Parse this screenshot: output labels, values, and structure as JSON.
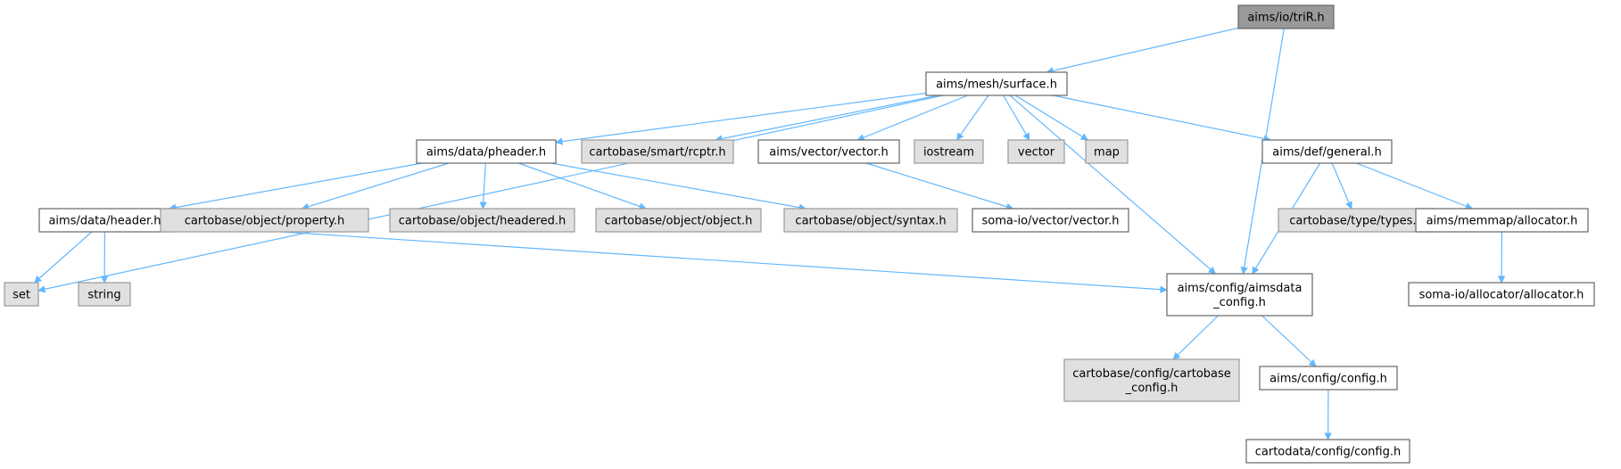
{
  "graph": {
    "edge_color": "#63b8ff",
    "root_fill": "#999999",
    "external_fill": "#e0e0e0",
    "nodes": {
      "tri_r": {
        "lines": [
          "aims/io/triR.h"
        ],
        "kind": "root"
      },
      "surface": {
        "lines": [
          "aims/mesh/surface.h"
        ],
        "kind": "local"
      },
      "pheader": {
        "lines": [
          "aims/data/pheader.h"
        ],
        "kind": "local"
      },
      "rcptr": {
        "lines": [
          "cartobase/smart/rcptr.h"
        ],
        "kind": "external"
      },
      "vector_h": {
        "lines": [
          "aims/vector/vector.h"
        ],
        "kind": "local"
      },
      "iostream": {
        "lines": [
          "iostream"
        ],
        "kind": "external"
      },
      "vector": {
        "lines": [
          "vector"
        ],
        "kind": "external"
      },
      "map": {
        "lines": [
          "map"
        ],
        "kind": "external"
      },
      "general": {
        "lines": [
          "aims/def/general.h"
        ],
        "kind": "local"
      },
      "header": {
        "lines": [
          "aims/data/header.h"
        ],
        "kind": "local"
      },
      "property": {
        "lines": [
          "cartobase/object/property.h"
        ],
        "kind": "external"
      },
      "headered": {
        "lines": [
          "cartobase/object/headered.h"
        ],
        "kind": "external"
      },
      "object": {
        "lines": [
          "cartobase/object/object.h"
        ],
        "kind": "external"
      },
      "syntax": {
        "lines": [
          "cartobase/object/syntax.h"
        ],
        "kind": "external"
      },
      "somavector": {
        "lines": [
          "soma-io/vector/vector.h"
        ],
        "kind": "local"
      },
      "types": {
        "lines": [
          "cartobase/type/types.h"
        ],
        "kind": "external"
      },
      "allocator": {
        "lines": [
          "aims/memmap/allocator.h"
        ],
        "kind": "local"
      },
      "set": {
        "lines": [
          "set"
        ],
        "kind": "external"
      },
      "string": {
        "lines": [
          "string"
        ],
        "kind": "external"
      },
      "aimsdata_config": {
        "lines": [
          "aims/config/aimsdata",
          "_config.h"
        ],
        "kind": "local"
      },
      "soma_allocator": {
        "lines": [
          "soma-io/allocator/allocator.h"
        ],
        "kind": "local"
      },
      "cartobase_config": {
        "lines": [
          "cartobase/config/cartobase",
          "_config.h"
        ],
        "kind": "external"
      },
      "aims_config": {
        "lines": [
          "aims/config/config.h"
        ],
        "kind": "local"
      },
      "cartodata_config": {
        "lines": [
          "cartodata/config/config.h"
        ],
        "kind": "local"
      }
    },
    "edges": [
      [
        "tri_r",
        "surface"
      ],
      [
        "tri_r",
        "aimsdata_config"
      ],
      [
        "surface",
        "set"
      ],
      [
        "surface",
        "pheader"
      ],
      [
        "surface",
        "rcptr"
      ],
      [
        "surface",
        "vector_h"
      ],
      [
        "surface",
        "iostream"
      ],
      [
        "surface",
        "vector"
      ],
      [
        "surface",
        "map"
      ],
      [
        "surface",
        "aimsdata_config"
      ],
      [
        "surface",
        "general"
      ],
      [
        "pheader",
        "header"
      ],
      [
        "pheader",
        "property"
      ],
      [
        "pheader",
        "headered"
      ],
      [
        "pheader",
        "object"
      ],
      [
        "pheader",
        "syntax"
      ],
      [
        "vector_h",
        "somavector"
      ],
      [
        "general",
        "types"
      ],
      [
        "general",
        "aimsdata_config"
      ],
      [
        "general",
        "allocator"
      ],
      [
        "header",
        "set"
      ],
      [
        "header",
        "string"
      ],
      [
        "header",
        "aimsdata_config"
      ],
      [
        "allocator",
        "soma_allocator"
      ],
      [
        "aimsdata_config",
        "cartobase_config"
      ],
      [
        "aimsdata_config",
        "aims_config"
      ],
      [
        "aims_config",
        "cartodata_config"
      ]
    ]
  }
}
